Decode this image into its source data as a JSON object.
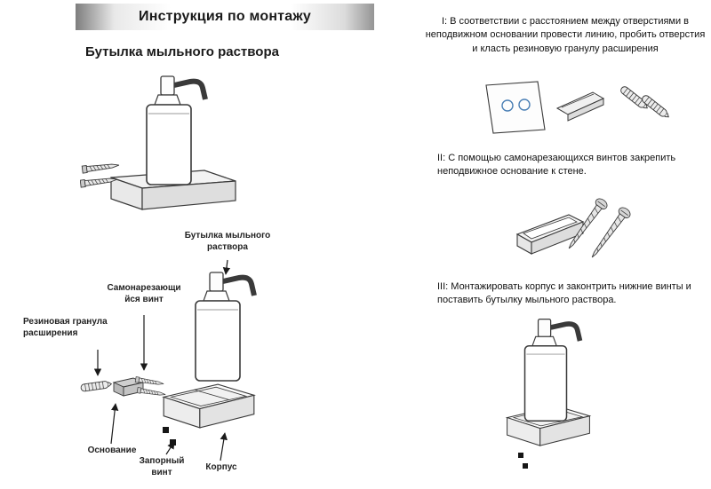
{
  "header": {
    "title": "Инструкция по монтажу"
  },
  "left_panel": {
    "subtitle": "Бутылка мыльного раствора",
    "exploded_labels": {
      "bottle": "Бутылка мыльного\nраствора",
      "self_tapping_screw": "Самонарезающи\nйся винт",
      "expansion_granule": "Резиновая гранула\nрасширения",
      "base": "Основание",
      "locking_screw": "Запорный\nвинт",
      "body": "Корпус"
    }
  },
  "steps": [
    {
      "id": "I",
      "text": "I: В соответствии с расстоянием между отверстиями в неподвижном основании провести линию, пробить отверстия и класть резиновую гранулу расширения"
    },
    {
      "id": "II",
      "text": "II: С помощью самонарезающихся винтов закрепить неподвижное основание к стене."
    },
    {
      "id": "III",
      "text": "III: Монтажировать корпус и законтрить нижние винты и поставить бутылку мыльного раствора."
    }
  ],
  "colors": {
    "line": "#3a3a3a",
    "hole_accent": "#4a7fb5"
  }
}
